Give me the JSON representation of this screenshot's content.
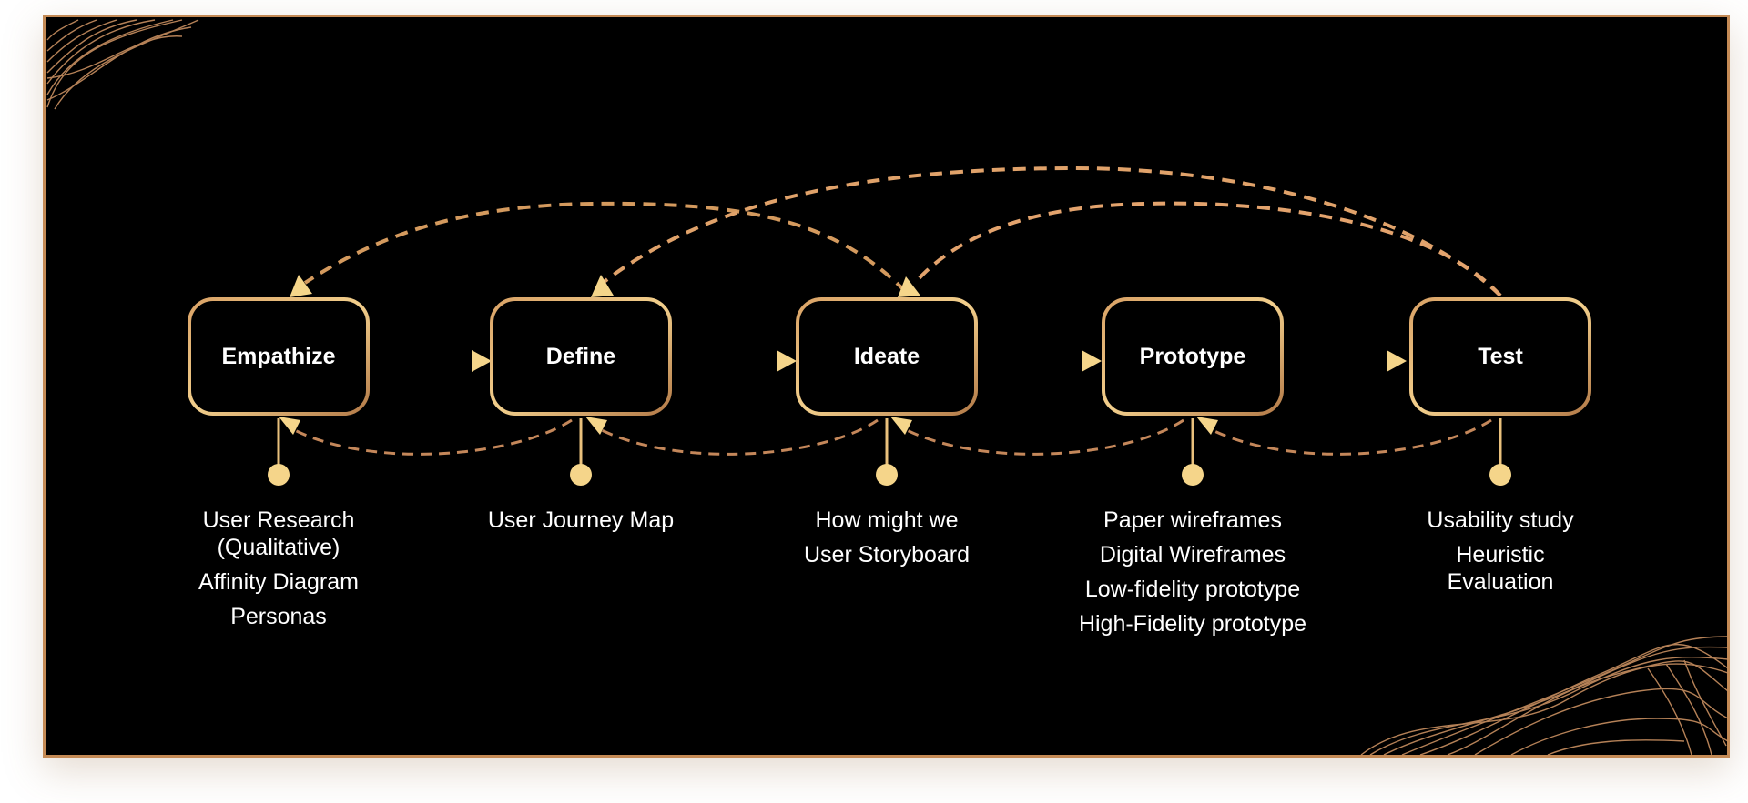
{
  "diagram": {
    "stages": [
      {
        "id": "empathize",
        "label": "Empathize",
        "tools": [
          "User Research (Qualitative)",
          "Affinity Diagram",
          "Personas"
        ]
      },
      {
        "id": "define",
        "label": "Define",
        "tools": [
          "User Journey Map"
        ]
      },
      {
        "id": "ideate",
        "label": "Ideate",
        "tools": [
          "How might we",
          "User Storyboard"
        ]
      },
      {
        "id": "prototype",
        "label": "Prototype",
        "tools": [
          "Paper wireframes",
          "Digital Wireframes",
          "Low-fidelity prototype",
          "High-Fidelity prototype"
        ]
      },
      {
        "id": "test",
        "label": "Test",
        "tools": [
          "Usability study",
          "Heuristic Evaluation"
        ]
      }
    ],
    "forward_edges": [
      {
        "from": "empathize",
        "to": "define"
      },
      {
        "from": "define",
        "to": "ideate"
      },
      {
        "from": "ideate",
        "to": "prototype"
      },
      {
        "from": "prototype",
        "to": "test"
      }
    ],
    "feedback_edges_top": [
      {
        "from": "ideate",
        "to": "empathize"
      },
      {
        "from": "test",
        "to": "define"
      },
      {
        "from": "test",
        "to": "ideate"
      }
    ],
    "feedback_edges_bottom": [
      {
        "from": "define",
        "to": "empathize"
      },
      {
        "from": "ideate",
        "to": "define"
      },
      {
        "from": "prototype",
        "to": "ideate"
      },
      {
        "from": "test",
        "to": "prototype"
      }
    ]
  },
  "colors": {
    "background": "#000000",
    "gold_light": "#f5d58a",
    "gold_mid": "#d49a5e",
    "gold_dark": "#a0683e",
    "text": "#ffffff"
  }
}
